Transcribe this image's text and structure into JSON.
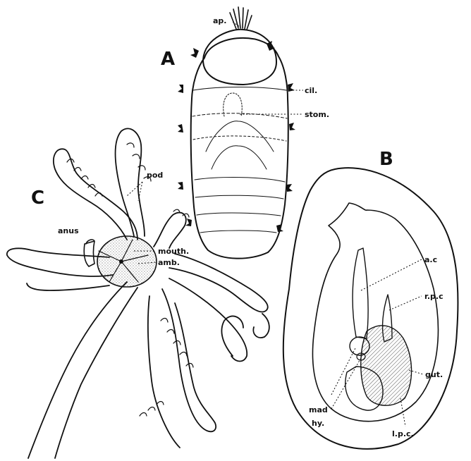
{
  "panels": {
    "a": {
      "letter": "A",
      "labels": {
        "ap": "ap.",
        "cil": "cil.",
        "stom": "stom."
      }
    },
    "b": {
      "letter": "B",
      "labels": {
        "ac": "a.c",
        "rpc": "r.p.c",
        "mad": "mad",
        "hy": "hy.",
        "gut": "gut.",
        "lpc": "l.p.c."
      }
    },
    "c": {
      "letter": "C",
      "labels": {
        "pod": "pod",
        "anus": "anus",
        "mouth": "mouth.",
        "amb": "amb."
      }
    }
  }
}
